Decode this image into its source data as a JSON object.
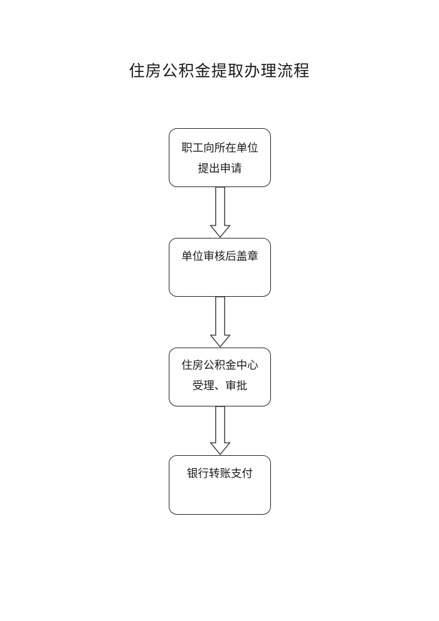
{
  "title": "住房公积金提取办理流程",
  "steps": [
    {
      "lines": [
        "职工向所在单位",
        "提出申请"
      ]
    },
    {
      "lines": [
        "单位审核后盖章"
      ]
    },
    {
      "lines": [
        "住房公积金中心",
        "受理、审批"
      ]
    },
    {
      "lines": [
        "银行转账支付"
      ]
    }
  ],
  "colors": {
    "stroke": "#333333",
    "text": "#1a1a1a",
    "background": "#ffffff"
  },
  "icons": {
    "connector": "down-arrow-icon"
  }
}
